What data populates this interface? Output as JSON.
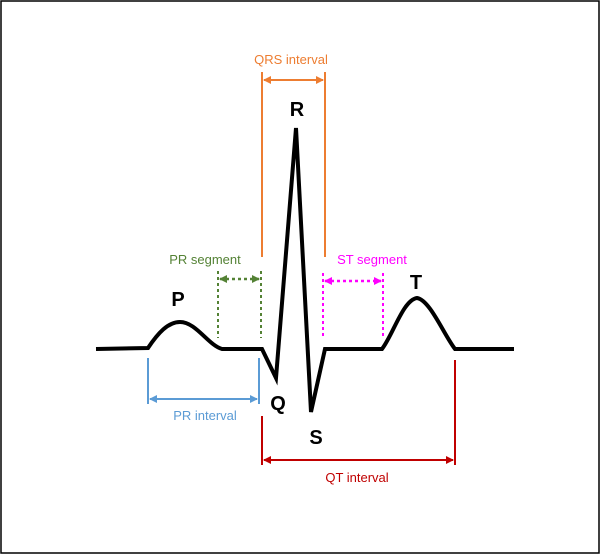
{
  "waves": {
    "p": "P",
    "q": "Q",
    "r": "R",
    "s": "S",
    "t": "T"
  },
  "intervals": {
    "qrs": {
      "label": "QRS interval",
      "color": "#ed7d31"
    },
    "pr_segment": {
      "label": "PR segment",
      "color": "#548235"
    },
    "st_segment": {
      "label": "ST segment",
      "color": "#ff00ff"
    },
    "pr_interval": {
      "label": "PR interval",
      "color": "#5b9bd5"
    },
    "qt_interval": {
      "label": "QT interval",
      "color": "#c00000"
    }
  },
  "colors": {
    "waveform": "#000000",
    "background": "#ffffff"
  }
}
